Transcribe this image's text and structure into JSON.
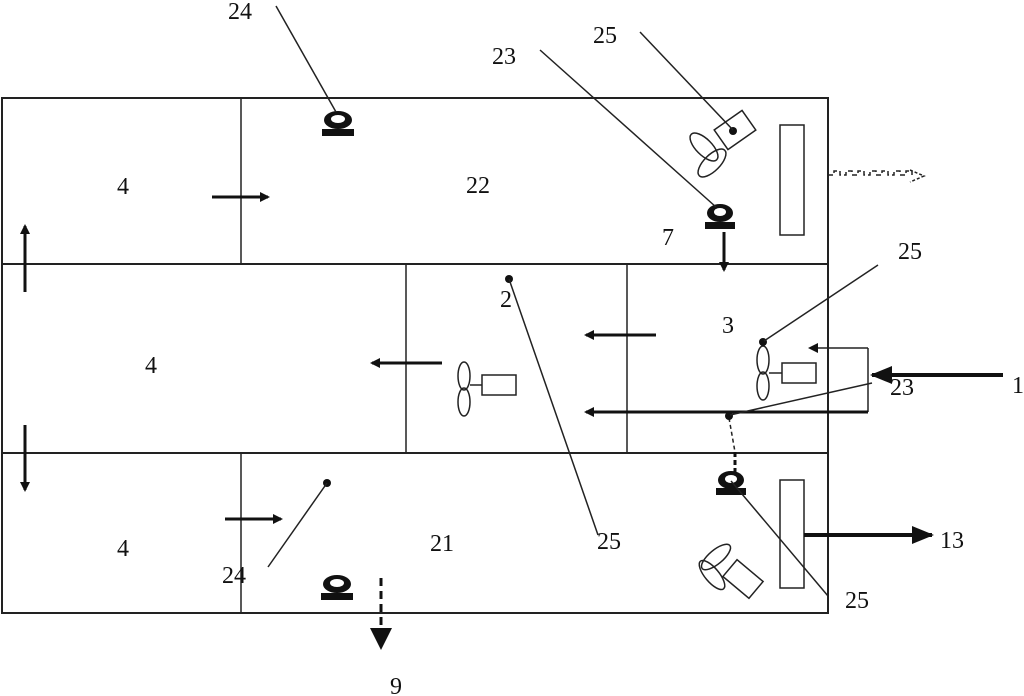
{
  "diagram": {
    "labels": {
      "top_left_chamber": "4",
      "middle_left_chamber": "4",
      "bottom_left_chamber": "4",
      "upper_zone": "22",
      "lower_zone": "21",
      "center_zone": "2",
      "right_zone": "3",
      "callout_24_top": "24",
      "callout_23_top": "23",
      "callout_25_top": "25",
      "label_7": "7",
      "callout_25_right_upper": "25",
      "label_1": "1",
      "callout_23_right": "23",
      "label_13": "13",
      "callout_25_center_bottom": "25",
      "callout_25_bottom_right": "25",
      "callout_24_bottom": "24",
      "label_9": "9"
    }
  }
}
